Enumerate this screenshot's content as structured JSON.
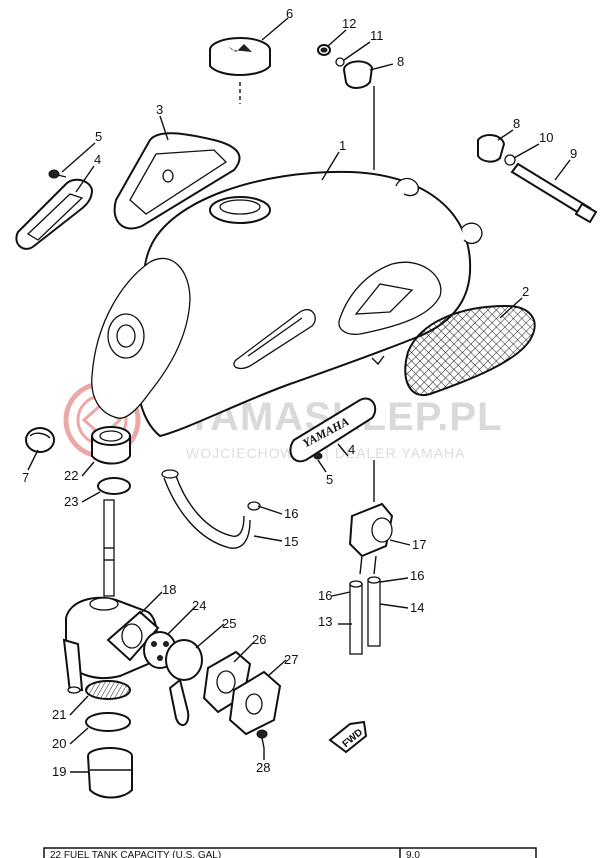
{
  "watermark": {
    "title": "YAMASKLEP.PL",
    "subtitle": "WOJCIECHOWICZ | DEALER YAMAHA",
    "logo_color": "#e06060"
  },
  "emblem_text": "YAMAHA",
  "fwd_label": "FWD",
  "footer": {
    "left_text": "22   FUEL TANK CAPACITY (U.S. GAL)",
    "right_text": "9.0"
  },
  "callouts": [
    {
      "id": "1",
      "label": "1"
    },
    {
      "id": "2",
      "label": "2"
    },
    {
      "id": "3",
      "label": "3"
    },
    {
      "id": "4a",
      "label": "4"
    },
    {
      "id": "4b",
      "label": "4"
    },
    {
      "id": "5a",
      "label": "5"
    },
    {
      "id": "5b",
      "label": "5"
    },
    {
      "id": "6",
      "label": "6"
    },
    {
      "id": "7",
      "label": "7"
    },
    {
      "id": "8a",
      "label": "8"
    },
    {
      "id": "8b",
      "label": "8"
    },
    {
      "id": "9",
      "label": "9"
    },
    {
      "id": "10",
      "label": "10"
    },
    {
      "id": "11",
      "label": "11"
    },
    {
      "id": "12",
      "label": "12"
    },
    {
      "id": "13",
      "label": "13"
    },
    {
      "id": "14",
      "label": "14"
    },
    {
      "id": "15",
      "label": "15"
    },
    {
      "id": "16a",
      "label": "16"
    },
    {
      "id": "16b",
      "label": "16"
    },
    {
      "id": "16c",
      "label": "16"
    },
    {
      "id": "17",
      "label": "17"
    },
    {
      "id": "18",
      "label": "18"
    },
    {
      "id": "19",
      "label": "19"
    },
    {
      "id": "20",
      "label": "20"
    },
    {
      "id": "21",
      "label": "21"
    },
    {
      "id": "22",
      "label": "22"
    },
    {
      "id": "23",
      "label": "23"
    },
    {
      "id": "24",
      "label": "24"
    },
    {
      "id": "25",
      "label": "25"
    },
    {
      "id": "26",
      "label": "26"
    },
    {
      "id": "27",
      "label": "27"
    },
    {
      "id": "28",
      "label": "28"
    }
  ]
}
